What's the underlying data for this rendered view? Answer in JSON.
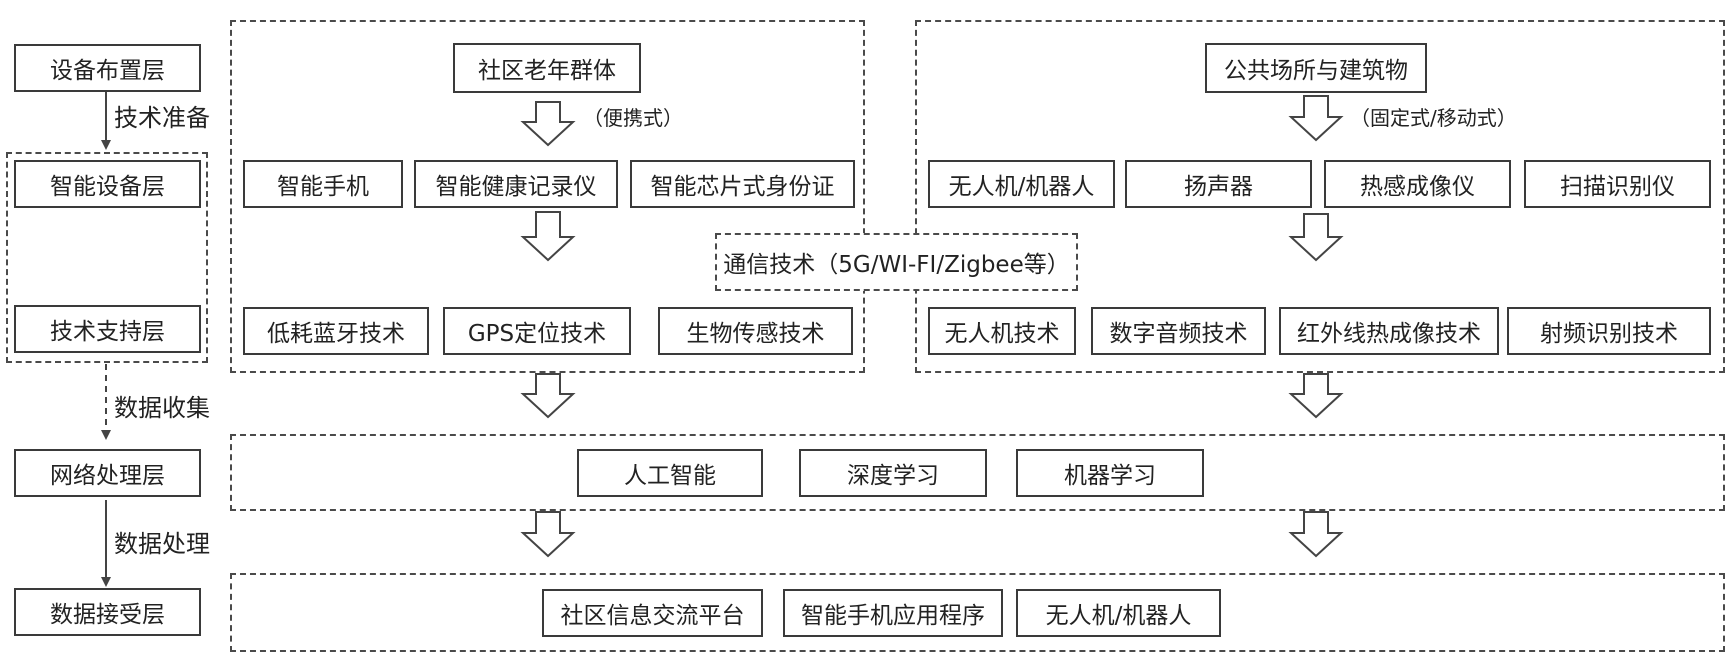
{
  "layers": {
    "device_layout": "设备布置层",
    "smart_device": "智能设备层",
    "tech_support": "技术支持层",
    "network": "网络处理层",
    "data_receive": "数据接受层"
  },
  "edge_labels": {
    "tech_prep": "技术准备",
    "data_collect": "数据收集",
    "data_process": "数据处理"
  },
  "left_group": {
    "title": "社区老年群体",
    "note": "（便携式）",
    "devices": [
      "智能手机",
      "智能健康记录仪",
      "智能芯片式身份证"
    ],
    "techs": [
      "低耗蓝牙技术",
      "GPS定位技术",
      "生物传感技术"
    ]
  },
  "right_group": {
    "title": "公共场所与建筑物",
    "note": "（固定式/移动式）",
    "devices": [
      "无人机/机器人",
      "扬声器",
      "热感成像仪",
      "扫描识别仪"
    ],
    "techs": [
      "无人机技术",
      "数字音频技术",
      "红外线热成像技术",
      "射频识别技术"
    ]
  },
  "communication": "通信技术（5G/WI-FI/Zigbee等）",
  "network_items": [
    "人工智能",
    "深度学习",
    "机器学习"
  ],
  "receive_items": [
    "社区信息交流平台",
    "智能手机应用程序",
    "无人机/机器人"
  ]
}
